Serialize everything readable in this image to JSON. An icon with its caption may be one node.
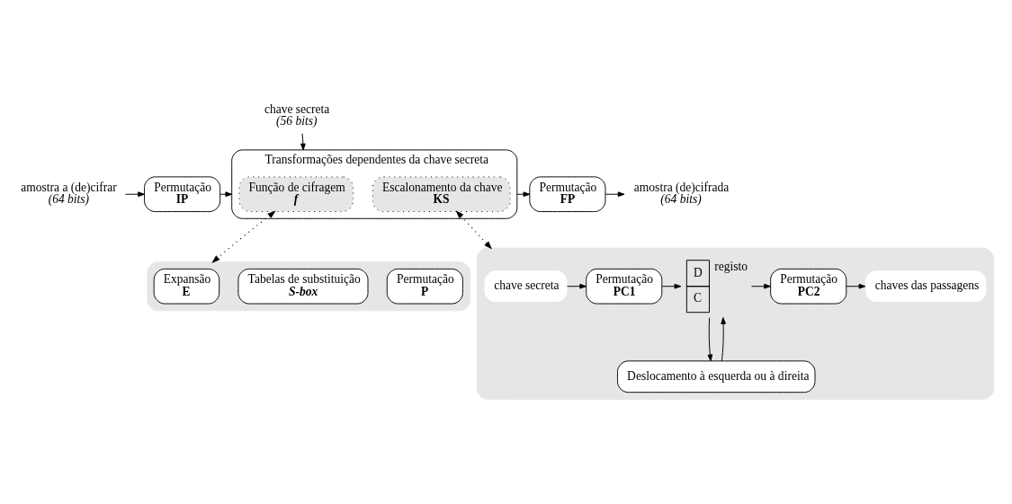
{
  "diagram": {
    "nodes": [
      {
        "text": [
          "amostra a (de)cifrar",
          "(64 bits)"
        ]
      },
      {
        "text": [
          "Permutação",
          "IP"
        ]
      },
      {
        "text": [
          "Transformações dependentes da chave secreta"
        ]
      },
      {
        "text": [
          "Função de cifragem",
          "f"
        ],
        "in": 2
      },
      {
        "text": [
          "Escalonamento da chave",
          "KS"
        ],
        "in": 2
      },
      {
        "text": [
          "Permutação",
          "FP"
        ]
      },
      {
        "text": [
          "amostra (de)cifrada",
          "(64 bits)"
        ]
      },
      {
        "text": [
          "chave secreta",
          "(56 bits)"
        ]
      },
      {
        "text": [],
        "shape": "box"
      },
      {
        "text": [
          "Expansão",
          "E"
        ],
        "in": 8
      },
      {
        "text": [
          "Tabelas de substituição",
          "S-box"
        ],
        "in": 8
      },
      {
        "text": [
          "Permutação",
          "P"
        ],
        "in": 8
      },
      {
        "text": [],
        "shape": "box"
      },
      {
        "text": [
          "chave secreta"
        ],
        "in": 12
      },
      {
        "text": [
          "Permutação",
          "PC1"
        ],
        "in": 12
      },
      {
        "text": [
          "D",
          "C"
        ],
        "beside": [
          "registo"
        ],
        "in": 12
      },
      {
        "text": [
          "Permutação",
          "PC2"
        ],
        "in": 12
      },
      {
        "text": [
          "chaves das passagens"
        ],
        "in": 12
      },
      {
        "text": [
          "Deslocamento à esquerda ou à direita"
        ],
        "in": 12
      }
    ],
    "edges": [
      {
        "from": 0,
        "to": 1,
        "arrow": "to"
      },
      {
        "from": 1,
        "to": 2,
        "arrow": "to"
      },
      {
        "from": 7,
        "to": 2,
        "arrow": "to"
      },
      {
        "from": 2,
        "to": 5,
        "arrow": "to"
      },
      {
        "from": 5,
        "to": 6,
        "arrow": "to"
      },
      {
        "from": 3,
        "to": 8,
        "arrow": "both",
        "style": "dashed"
      },
      {
        "from": 4,
        "to": 12,
        "arrow": "both",
        "style": "dashed"
      },
      {
        "from": 13,
        "to": 14,
        "arrow": "to"
      },
      {
        "from": 14,
        "to": 15,
        "arrow": "to"
      },
      {
        "from": 15,
        "to": 16,
        "arrow": "to"
      },
      {
        "from": 16,
        "to": 17,
        "arrow": "to"
      },
      {
        "from": 15,
        "to": 18,
        "arrow": "to"
      },
      {
        "from": 18,
        "to": 15,
        "arrow": "to"
      }
    ]
  }
}
